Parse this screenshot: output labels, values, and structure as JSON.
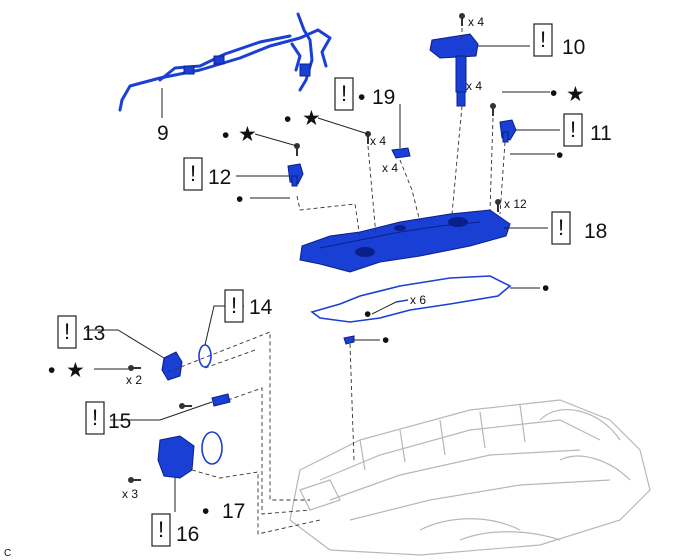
{
  "diagram": {
    "corner_label": "C",
    "caution_mark": "!",
    "bullet": "•",
    "star": "★",
    "parts": [
      {
        "id": "9",
        "label": "9"
      },
      {
        "id": "10",
        "label": "10"
      },
      {
        "id": "11",
        "label": "11"
      },
      {
        "id": "12",
        "label": "12"
      },
      {
        "id": "13",
        "label": "13"
      },
      {
        "id": "14",
        "label": "14"
      },
      {
        "id": "15",
        "label": "15"
      },
      {
        "id": "16",
        "label": "16"
      },
      {
        "id": "17",
        "label": "17"
      },
      {
        "id": "18",
        "label": "18"
      },
      {
        "id": "19",
        "label": "19"
      }
    ],
    "quantities": {
      "coil_bolt": "x 4",
      "coil": "x 4",
      "cover_bolt_19": "x 4",
      "grommet_19": "x 4",
      "cover_bolt_18": "x 12",
      "gasket_x6": "x 6",
      "bolt_13": "x 2",
      "bolt_16": "x 3"
    }
  }
}
